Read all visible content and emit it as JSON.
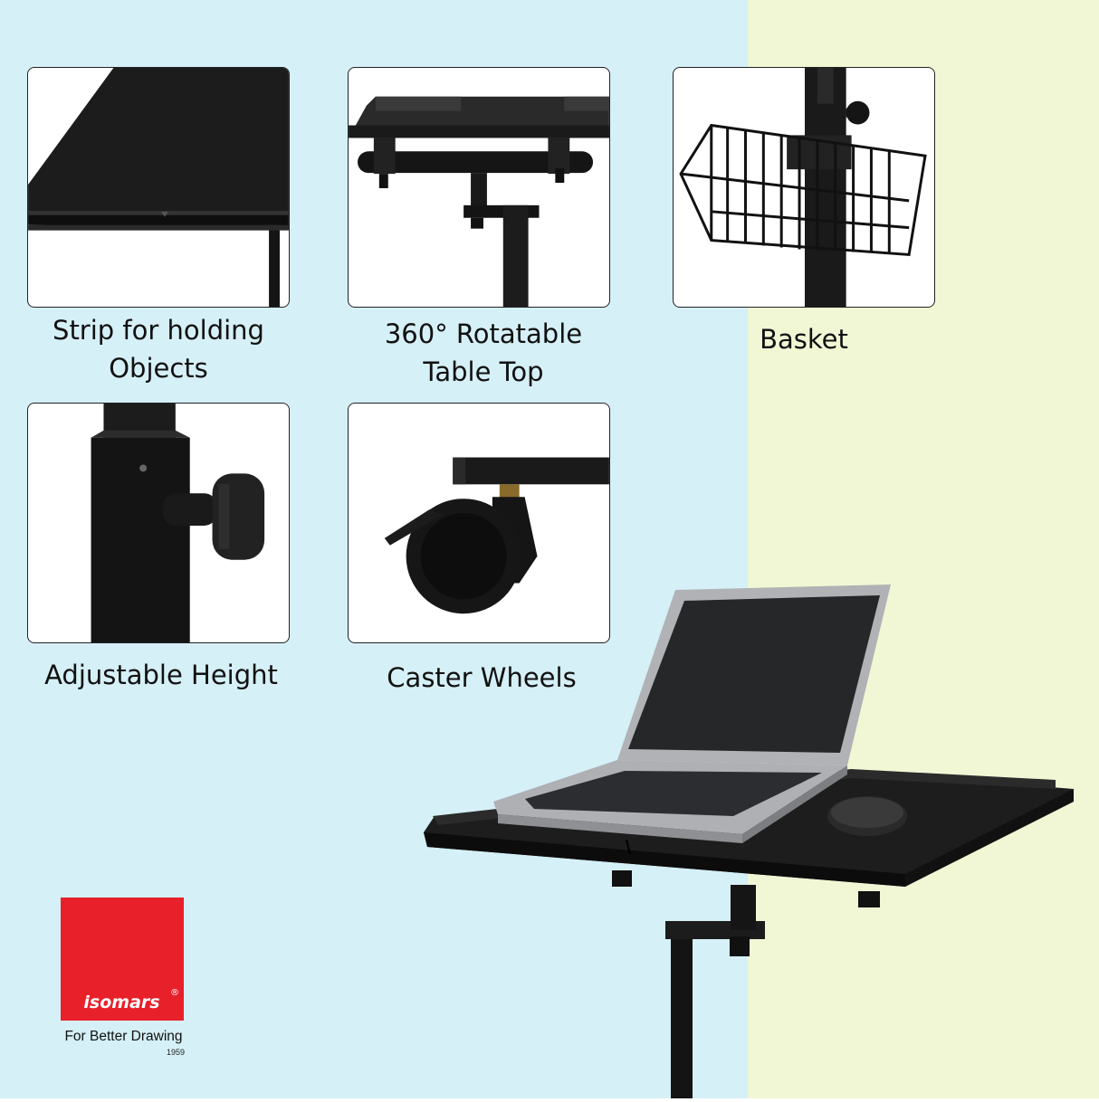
{
  "background": {
    "left_color": "#d5f0f6",
    "right_color": "#f1f7d5"
  },
  "features": [
    {
      "caption": "Strip for holding\nObjects",
      "icon": "table-edge-strip"
    },
    {
      "caption": "360° Rotatable\nTable Top",
      "icon": "rotatable-top-mount"
    },
    {
      "caption": "Basket",
      "icon": "wire-basket"
    },
    {
      "caption": "Adjustable Height",
      "icon": "height-knob"
    },
    {
      "caption": "Caster Wheels",
      "icon": "caster-wheel"
    }
  ],
  "brand": {
    "name": "isomars",
    "registered": "®",
    "tagline": "For Better Drawing",
    "year": "1959",
    "color": "#e8202a"
  },
  "product": {
    "icon": "laptop-on-mobile-table"
  }
}
